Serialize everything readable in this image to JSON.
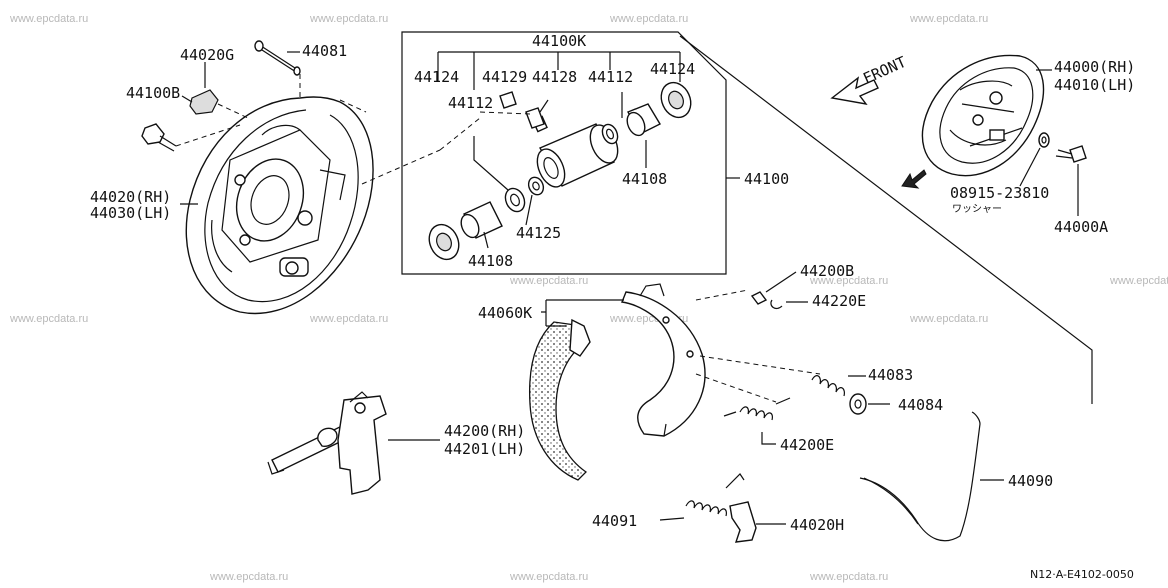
{
  "watermark": "www.epcdata.ru",
  "diagram_code": "N12·A-E4102-0050",
  "front_label": "FRONT",
  "labels": {
    "l44020G": "44020G",
    "l44081": "44081",
    "l44100B": "44100B",
    "l44020rh": "44020(RH)",
    "l44030lh": "44030(LH)",
    "l44100K": "44100K",
    "l44124a": "44124",
    "l44129": "44129",
    "l44128": "44128",
    "l44112a": "44112",
    "l44124b": "44124",
    "l44112b": "44112",
    "l44108a": "44108",
    "l44125": "44125",
    "l44108b": "44108",
    "l44100": "44100",
    "l44000rh": "44000(RH)",
    "l44010lh": "44010(LH)",
    "l08915": "08915-23810",
    "washer_jp": "ワッシャー",
    "l44000A": "44000A",
    "l44200B": "44200B",
    "l44220E": "44220E",
    "l44060K": "44060K",
    "l44083": "44083",
    "l44084": "44084",
    "l44200E": "44200E",
    "l44200rh": "44200(RH)",
    "l44201lh": "44201(LH)",
    "l44090": "44090",
    "l44091": "44091",
    "l44020H": "44020H"
  },
  "colors": {
    "ink": "#111111",
    "watermark": "#b8b8b8",
    "background": "#ffffff"
  }
}
